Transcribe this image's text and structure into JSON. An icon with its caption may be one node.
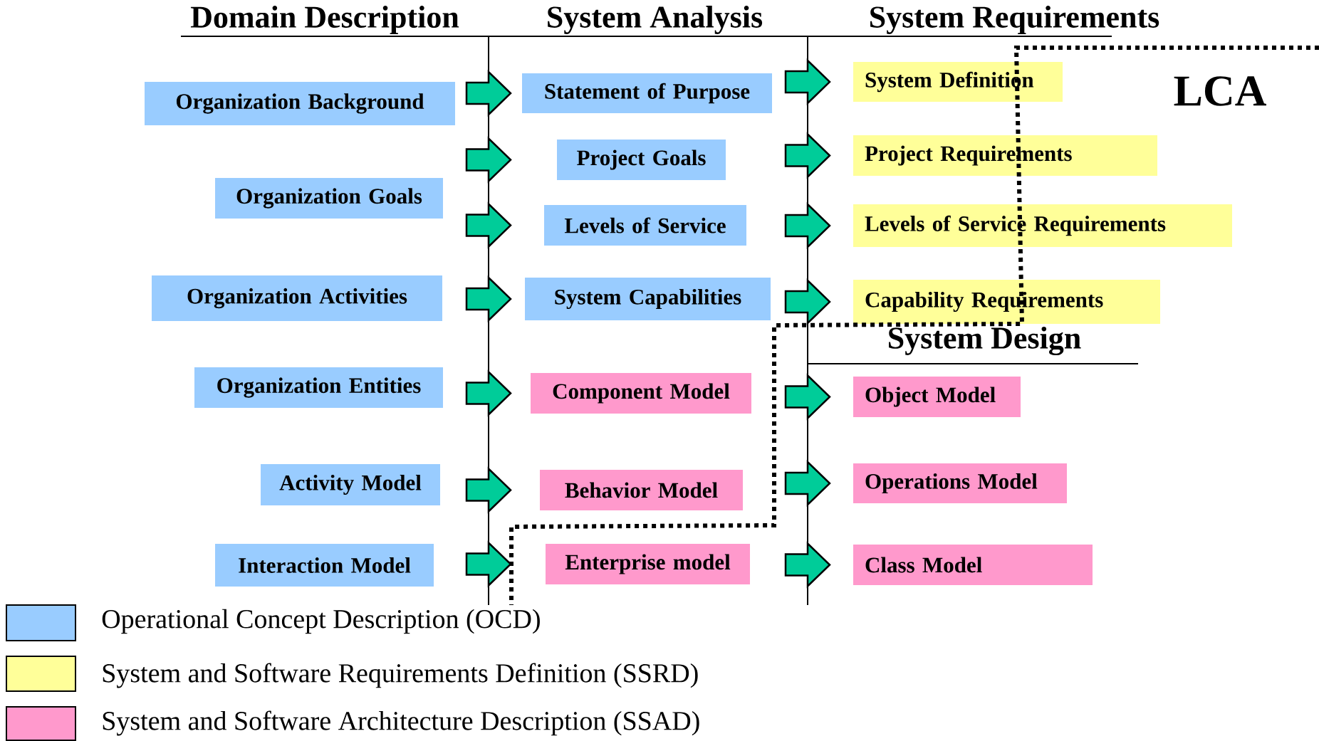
{
  "diagram": {
    "nodes": [
      {
        "text": [
          "Organization Background"
        ]
      },
      {
        "text": [
          "Organization Goals"
        ]
      },
      {
        "text": [
          "Organization Activities"
        ]
      },
      {
        "text": [
          "Organization Entities"
        ]
      },
      {
        "text": [
          "Activity Model"
        ]
      },
      {
        "text": [
          "Interaction Model"
        ]
      },
      {
        "text": [
          "Statement of Purpose"
        ]
      },
      {
        "text": [
          "Project Goals"
        ]
      },
      {
        "text": [
          "Levels of Service"
        ]
      },
      {
        "text": [
          "System Capabilities"
        ]
      },
      {
        "text": [
          "Component Model"
        ]
      },
      {
        "text": [
          "Behavior Model"
        ]
      },
      {
        "text": [
          "Enterprise model"
        ]
      },
      {
        "text": [
          "System Definition"
        ]
      },
      {
        "text": [
          "Project Requirements"
        ]
      },
      {
        "text": [
          "Levels of Service Requirements"
        ]
      },
      {
        "text": [
          "Capability Requirements"
        ]
      },
      {
        "text": [
          "Object Model"
        ]
      },
      {
        "text": [
          "Operations Model"
        ]
      },
      {
        "text": [
          "Class Model"
        ]
      }
    ],
    "edges": [
      {
        "from": 0,
        "to": 6,
        "arrow": "to"
      },
      {
        "from": 1,
        "to": 7,
        "arrow": "to"
      },
      {
        "from": 1,
        "to": 8,
        "arrow": "to"
      },
      {
        "from": 2,
        "to": 9,
        "arrow": "to"
      },
      {
        "from": 3,
        "to": 10,
        "arrow": "to"
      },
      {
        "from": 4,
        "to": 11,
        "arrow": "to"
      },
      {
        "from": 5,
        "to": 12,
        "arrow": "to"
      },
      {
        "from": 6,
        "to": 13,
        "arrow": "to"
      },
      {
        "from": 7,
        "to": 14,
        "arrow": "to"
      },
      {
        "from": 8,
        "to": 15,
        "arrow": "to"
      },
      {
        "from": 9,
        "to": 16,
        "arrow": "to"
      },
      {
        "from": 10,
        "to": 17,
        "arrow": "to"
      },
      {
        "from": 11,
        "to": 18,
        "arrow": "to"
      },
      {
        "from": 12,
        "to": 19,
        "arrow": "to"
      }
    ],
    "labels": [
      "Domain Description",
      "System Analysis",
      "System Requirements",
      "LCA",
      "System Design"
    ],
    "legend": [
      {
        "text": "Operational Concept Description (OCD)",
        "color": "#99ccff"
      },
      {
        "text": "System and Software Requirements Definition (SSRD)",
        "color": "#ffff99"
      },
      {
        "text": "System and Software Architecture Description (SSAD)",
        "color": "#ff99cc"
      }
    ]
  }
}
